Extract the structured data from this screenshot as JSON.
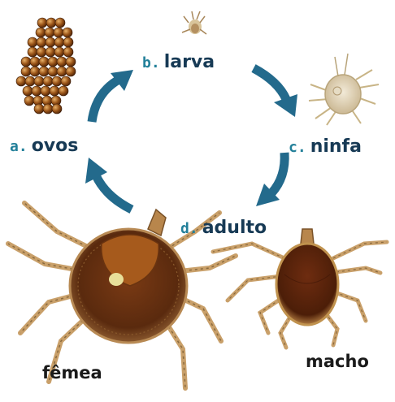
{
  "stages": {
    "ovos": {
      "letter": "a.",
      "name": "ovos"
    },
    "larva": {
      "letter": "b.",
      "name": "larva"
    },
    "ninfa": {
      "letter": "c.",
      "name": "ninfa"
    },
    "adulto": {
      "letter": "d.",
      "name": "adulto"
    }
  },
  "adults": {
    "female": "fêmea",
    "male": "macho"
  },
  "colors": {
    "arrow": "#236a8c",
    "letter": "#23809a",
    "stage_text": "#173a55",
    "egg": "#8a4a12",
    "tick_body": "#6b3010",
    "tick_shield": "#a65a1c",
    "tick_spot": "#e8e09a",
    "legs": "#c9a06a"
  }
}
